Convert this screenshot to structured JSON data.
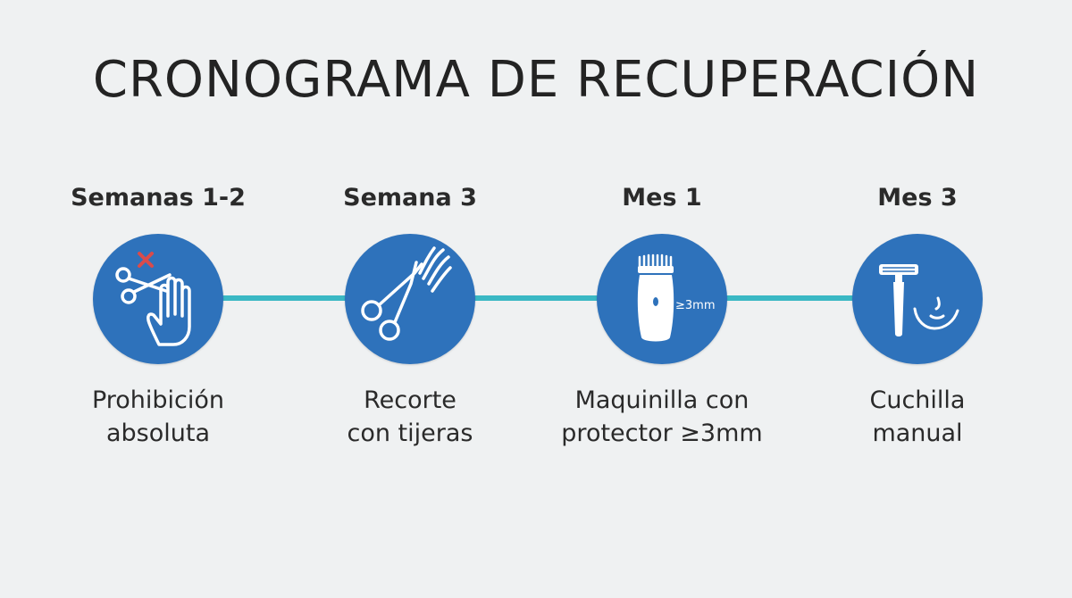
{
  "title": "CRONOGRAMA DE RECUPERACIÓN",
  "colors": {
    "background": "#eff1f2",
    "circle": "#2e72bb",
    "connector": "#3ab8c4",
    "prohibited_mark": "#d94b4b"
  },
  "stages": [
    {
      "label": "Semanas 1-2",
      "icon": "prohibited-scissors-hand-icon",
      "desc_line1": "Prohibición",
      "desc_line2": "absoluta"
    },
    {
      "label": "Semana 3",
      "icon": "scissors-icon",
      "desc_line1": "Recorte",
      "desc_line2": "con tijeras"
    },
    {
      "label": "Mes 1",
      "icon": "hair-clipper-icon",
      "icon_text": "≥3mm",
      "desc_line1": "Maquinilla con",
      "desc_line2": "protector ≥3mm"
    },
    {
      "label": "Mes 3",
      "icon": "razor-icon",
      "desc_line1": "Cuchilla",
      "desc_line2": "manual"
    }
  ]
}
